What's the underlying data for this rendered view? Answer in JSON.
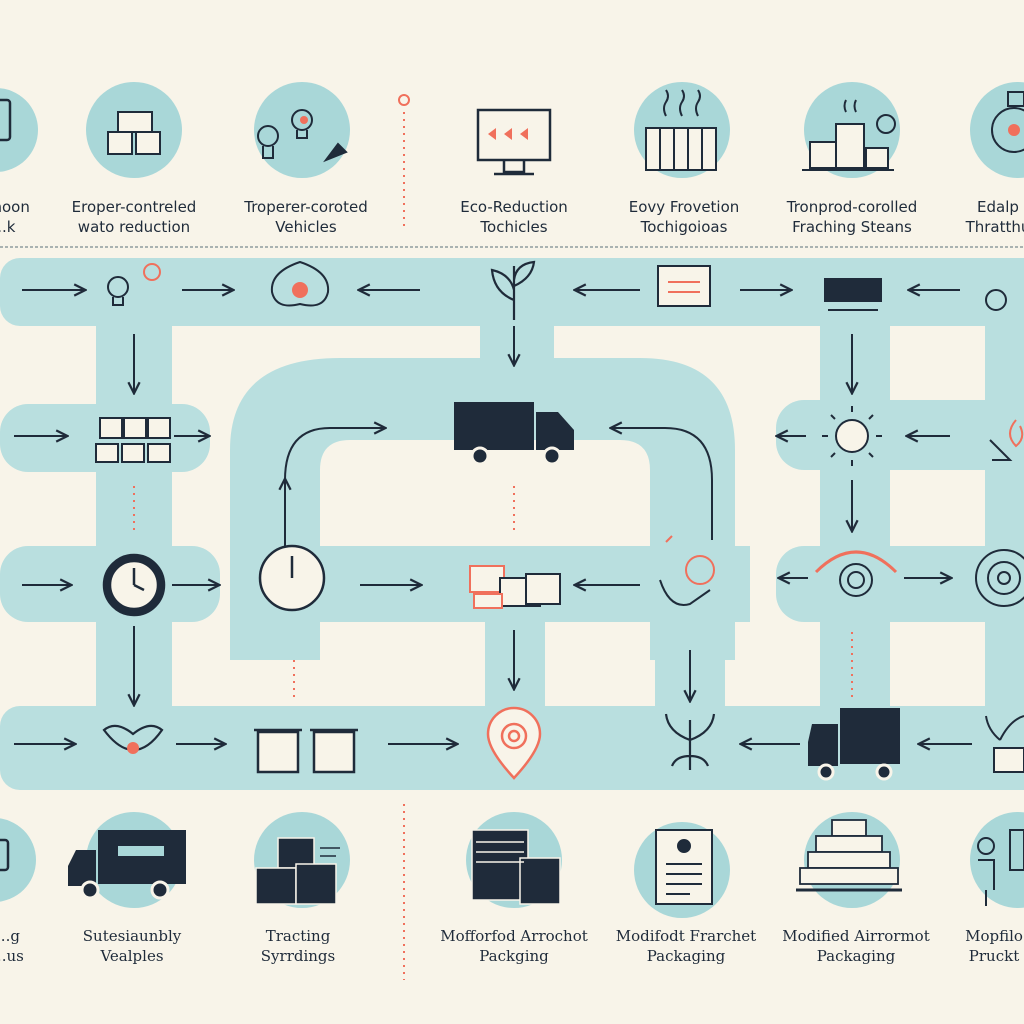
{
  "colors": {
    "background": "#f8f4e9",
    "road": "#b9dfdf",
    "circle": "#a9d7d8",
    "ink": "#1f2b3a",
    "accent": "#f0705c"
  },
  "top_labels": [
    {
      "line1": "...hoon",
      "line2": "...k"
    },
    {
      "line1": "Eroper-contreled",
      "line2": "wato reduction"
    },
    {
      "line1": "Troperer-coroted",
      "line2": "Vehicles"
    },
    {
      "line1": "Eco-Reduction",
      "line2": "Tochicles"
    },
    {
      "line1": "Eovy Frovetion",
      "line2": "Tochigoioas"
    },
    {
      "line1": "Tronprod-corolled",
      "line2": "Fraching Steans"
    },
    {
      "line1": "Edalp",
      "line2": "Thratthu"
    }
  ],
  "bottom_labels": [
    {
      "line1": "...g",
      "line2": "...us"
    },
    {
      "line1": "Sutesiaunbly",
      "line2": "Vealples"
    },
    {
      "line1": "Tracting",
      "line2": "Syrrdings"
    },
    {
      "line1": "Mofforfod Arrochot",
      "line2": "Packging"
    },
    {
      "line1": "Modifodt Frarchet",
      "line2": "Packaging"
    },
    {
      "line1": "Modified Airrormot",
      "line2": "Packaging"
    },
    {
      "line1": "Mopfilo",
      "line2": "Pruckt"
    }
  ],
  "icons": {
    "top": [
      "phone-icon",
      "boxes-icon",
      "lightbulb-icon",
      "monitor-icon",
      "factory-icon",
      "warehouse-icon",
      "gear-leaf-icon"
    ],
    "bottom": [
      "device-icon",
      "delivery-truck-icon",
      "stacked-boxes-icon",
      "packages-icon",
      "document-icon",
      "pallet-stack-icon",
      "worker-icon"
    ]
  }
}
